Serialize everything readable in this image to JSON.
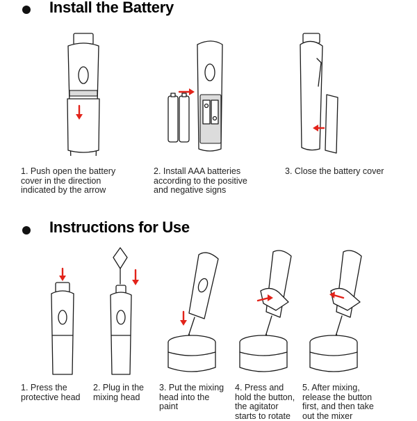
{
  "sections": {
    "install": {
      "title": "Install the Battery",
      "steps": [
        {
          "lines": [
            "1. Push open the battery",
            "cover in the direction",
            "indicated by the arrow"
          ]
        },
        {
          "lines": [
            "2. Install AAA batteries",
            "according to the positive",
            "and negative signs"
          ]
        },
        {
          "lines": [
            "3. Close the battery cover"
          ]
        }
      ]
    },
    "usage": {
      "title": "Instructions for Use",
      "steps": [
        {
          "lines": [
            "1. Press the",
            "protective head"
          ]
        },
        {
          "lines": [
            "2. Plug in the",
            "mixing head"
          ]
        },
        {
          "lines": [
            "3. Put the mixing",
            "head into the",
            "paint"
          ]
        },
        {
          "lines": [
            "4. Press and",
            "hold the button,",
            "the agitator",
            "starts to rotate"
          ]
        },
        {
          "lines": [
            "5. After mixing,",
            "release the button",
            "first, and then take",
            "out the mixer"
          ]
        }
      ]
    }
  },
  "colors": {
    "arrow": "#e2231a",
    "ink": "#1a1a1a"
  }
}
